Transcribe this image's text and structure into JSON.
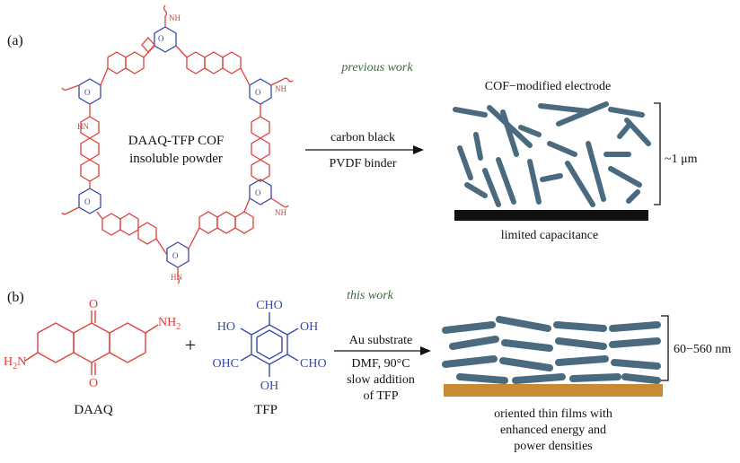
{
  "panel_a": {
    "label": "(a)",
    "ring_labels": {
      "nh": "NH",
      "hn": "HN",
      "o": "O"
    },
    "center_line1": "DAAQ-TFP COF",
    "center_line2": "insoluble powder",
    "work_label": "previous work",
    "arrow_top": "carbon black",
    "arrow_bottom": "PVDF binder",
    "electrode_title": "COF−modified electrode",
    "thickness": "~1 μm",
    "result": "limited capacitance"
  },
  "panel_b": {
    "label": "(b)",
    "daaq_name": "DAAQ",
    "daaq_nh2_right": "NH",
    "daaq_nh2_left": "H",
    "daaq_n_left": "N",
    "daaq_sub2": "2",
    "daaq_o": "O",
    "plus": "+",
    "tfp_name": "TFP",
    "tfp_cho": "CHO",
    "tfp_ohc": "OHC",
    "tfp_ho": "HO",
    "tfp_oh": "OH",
    "work_label": "this work",
    "arrow_top": "Au substrate",
    "arrow_mid": "DMF, 90°C",
    "arrow_line3": "slow addition",
    "arrow_line4": "of TFP",
    "thickness": "60−560 nm",
    "result_line1": "oriented thin films with",
    "result_line2": "enhanced energy and",
    "result_line3": "power densities"
  },
  "colors": {
    "red": "#e0403a",
    "blue": "#3a4ba8",
    "green": "#3a6a3a",
    "gold": "#c88a35",
    "rod": "#4a6a80"
  }
}
